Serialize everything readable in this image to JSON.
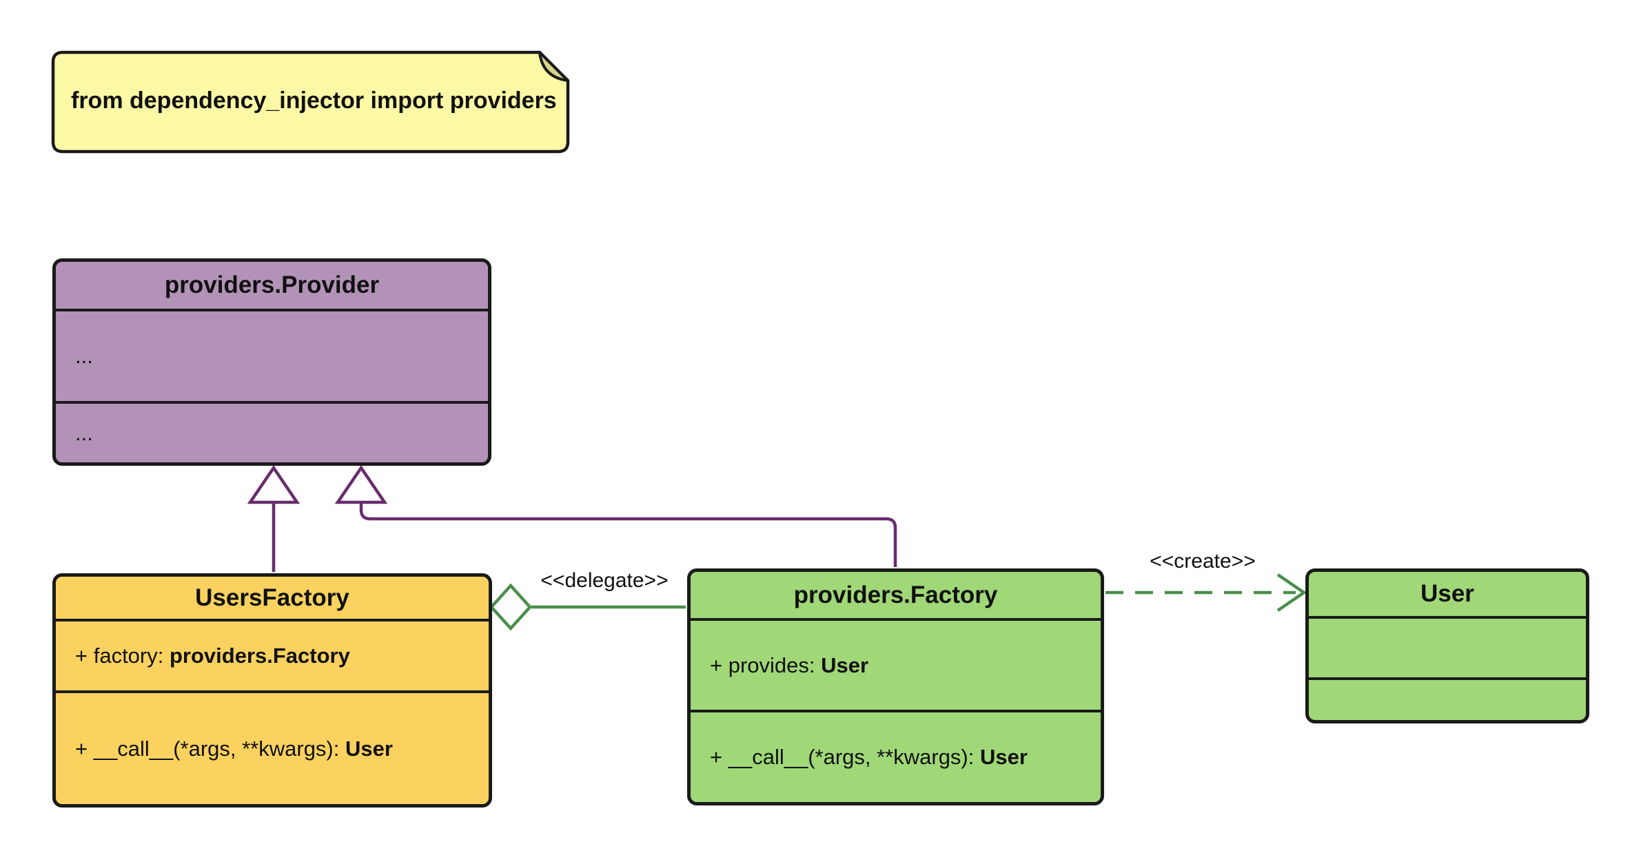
{
  "note": {
    "text": "from dependency_injector import providers"
  },
  "classes": {
    "provider": {
      "title": "providers.Provider",
      "attributes_placeholder": "...",
      "methods_placeholder": "..."
    },
    "users_factory": {
      "title": "UsersFactory",
      "attribute_prefix": "+ factory: ",
      "attribute_type": "providers.Factory",
      "method_prefix": "+ __call__(*args, **kwargs): ",
      "method_return": "User"
    },
    "factory": {
      "title": "providers.Factory",
      "attribute_prefix": "+ provides: ",
      "attribute_type": "User",
      "method_prefix": "+ __call__(*args, **kwargs): ",
      "method_return": "User"
    },
    "user": {
      "title": "User"
    }
  },
  "relations": {
    "delegate_label": "<<delegate>>",
    "create_label": "<<create>>"
  },
  "colors": {
    "provider_fill": "#B293B7",
    "factory_yellow_fill": "#FBD25F",
    "green_fill": "#A0D878",
    "note_fill": "#FBF9A5",
    "note_fold_fill": "#D6D38B",
    "inheritance_line": "#682C6E",
    "association_line": "#4A8E4B",
    "border": "#1A1A1A"
  }
}
